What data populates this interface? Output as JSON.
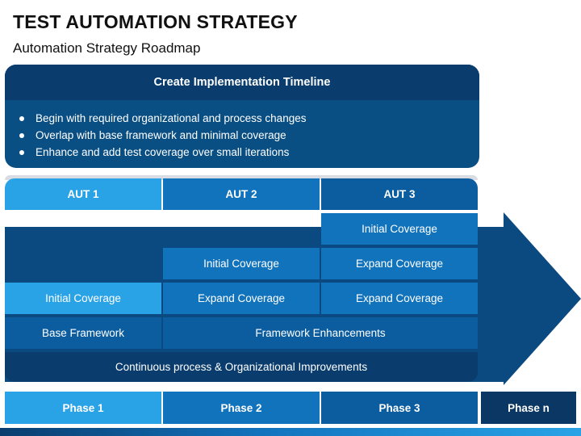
{
  "header": {
    "title": "TEST AUTOMATION STRATEGY",
    "subtitle": "Automation Strategy Roadmap"
  },
  "timeline": {
    "heading": "Create Implementation Timeline",
    "items": [
      "Begin with required organizational and process changes",
      "Overlap with base framework and minimal coverage",
      "Enhance and add test coverage over small iterations"
    ]
  },
  "auts": [
    "AUT 1",
    "AUT 2",
    "AUT 3"
  ],
  "roadmap": {
    "row1": {
      "aut3": "Initial Coverage"
    },
    "row2": {
      "aut2": "Initial Coverage",
      "aut3": "Expand Coverage"
    },
    "row3": {
      "aut1": "Initial Coverage",
      "aut2": "Expand Coverage",
      "aut3": "Expand Coverage"
    },
    "row4": {
      "aut1": "Base Framework",
      "aut2_3": "Framework Enhancements"
    },
    "row5": "Continuous process & Organizational Improvements"
  },
  "phases": [
    "Phase 1",
    "Phase 2",
    "Phase 3",
    "Phase n"
  ],
  "colors": {
    "navy": "#0a3d6e",
    "dark_blue": "#0b5da0",
    "mid_blue": "#1273bd",
    "light_blue": "#2aa3e6"
  }
}
